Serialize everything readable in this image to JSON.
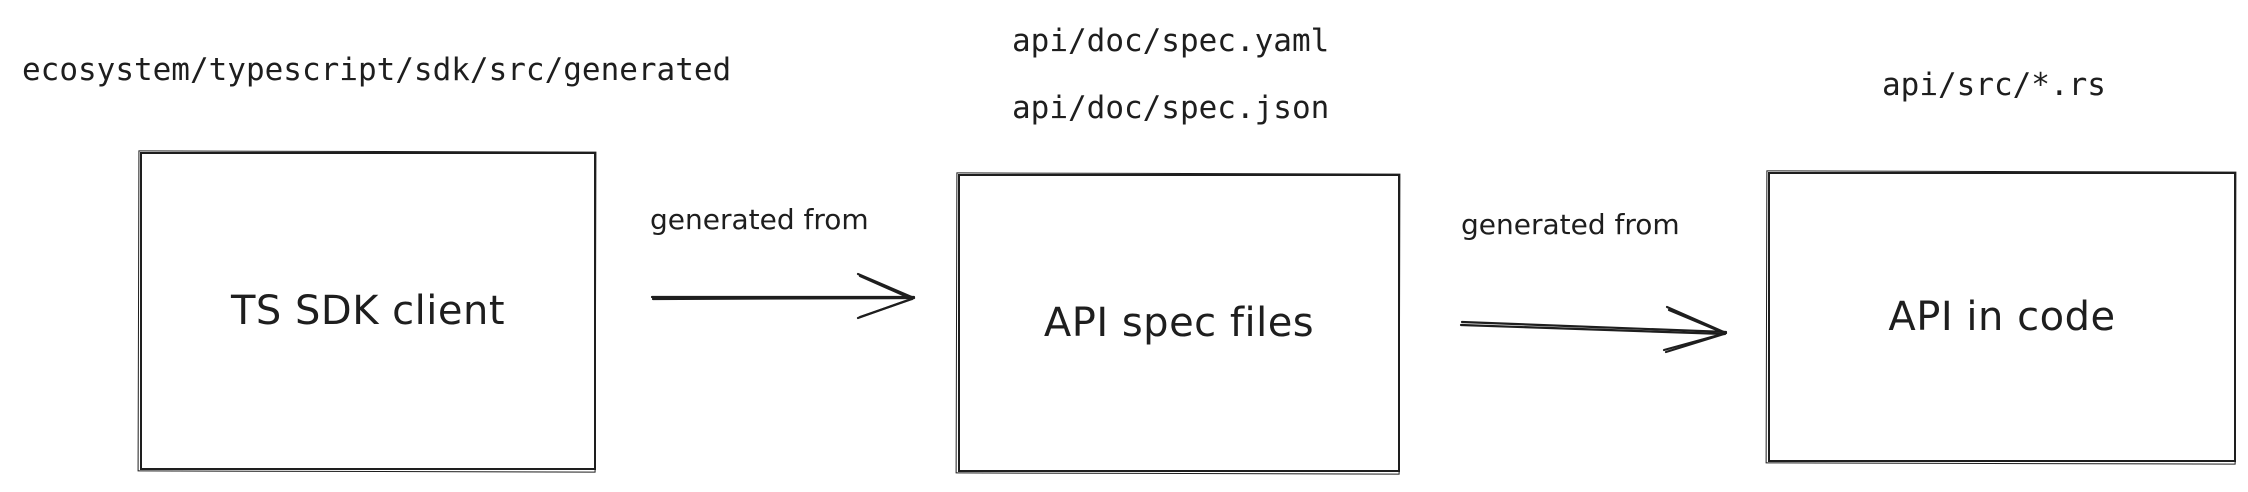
{
  "paths": {
    "sdk_generated": "ecosystem/typescript/sdk/src/generated",
    "spec_yaml": "api/doc/spec.yaml",
    "spec_json": "api/doc/spec.json",
    "api_src": "api/src/*.rs"
  },
  "nodes": {
    "ts_sdk_client": "TS SDK client",
    "api_spec_files": "API spec files",
    "api_in_code": "API in code"
  },
  "edges": {
    "sdk_from_spec": "generated from",
    "spec_from_code": "generated from"
  },
  "colors": {
    "stroke": "#1e1e1e",
    "background": "#ffffff"
  }
}
